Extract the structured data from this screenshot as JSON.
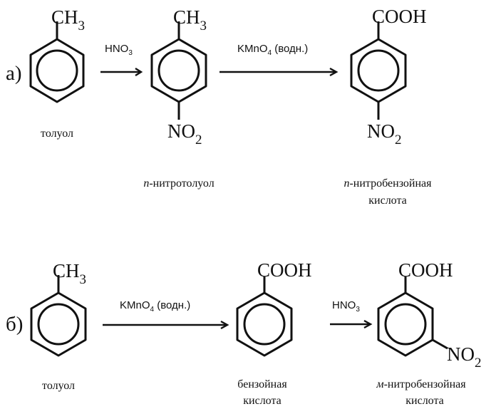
{
  "scheme_a": {
    "label": "а)",
    "toluene": {
      "group": "CH",
      "group_sub": "3",
      "caption": "толуол"
    },
    "step1": {
      "reagent": "HNO",
      "reagent_sub": "3"
    },
    "nitrotoluene": {
      "group_top": "CH",
      "group_top_sub": "3",
      "group_bottom": "NO",
      "group_bottom_sub": "2",
      "caption_prefix": "п",
      "caption": "-нитротолуол"
    },
    "step2": {
      "reagent_a": "KMnO",
      "reagent_sub": "4",
      "reagent_b": " (водн.)"
    },
    "nitrobenzoic_acid": {
      "group_top": "COOH",
      "group_bottom": "NO",
      "group_bottom_sub": "2",
      "caption_prefix": "п",
      "caption_line1": "-нитробензойная",
      "caption_line2": "кислота"
    }
  },
  "scheme_b": {
    "label": "б)",
    "toluene": {
      "group": "CH",
      "group_sub": "3",
      "caption": "толуол"
    },
    "step1": {
      "reagent_a": "KMnO",
      "reagent_sub": "4",
      "reagent_b": " (водн.)"
    },
    "benzoic_acid": {
      "group_top": "COOH",
      "caption_line1": "бензойная",
      "caption_line2": "кислота"
    },
    "step2": {
      "reagent": "HNO",
      "reagent_sub": "3"
    },
    "m_nitrobenzoic_acid": {
      "group_top": "COOH",
      "group_side": "NO",
      "group_side_sub": "2",
      "caption_prefix": "м",
      "caption_line1": "-нитробензойная",
      "caption_line2": "кислота"
    }
  }
}
